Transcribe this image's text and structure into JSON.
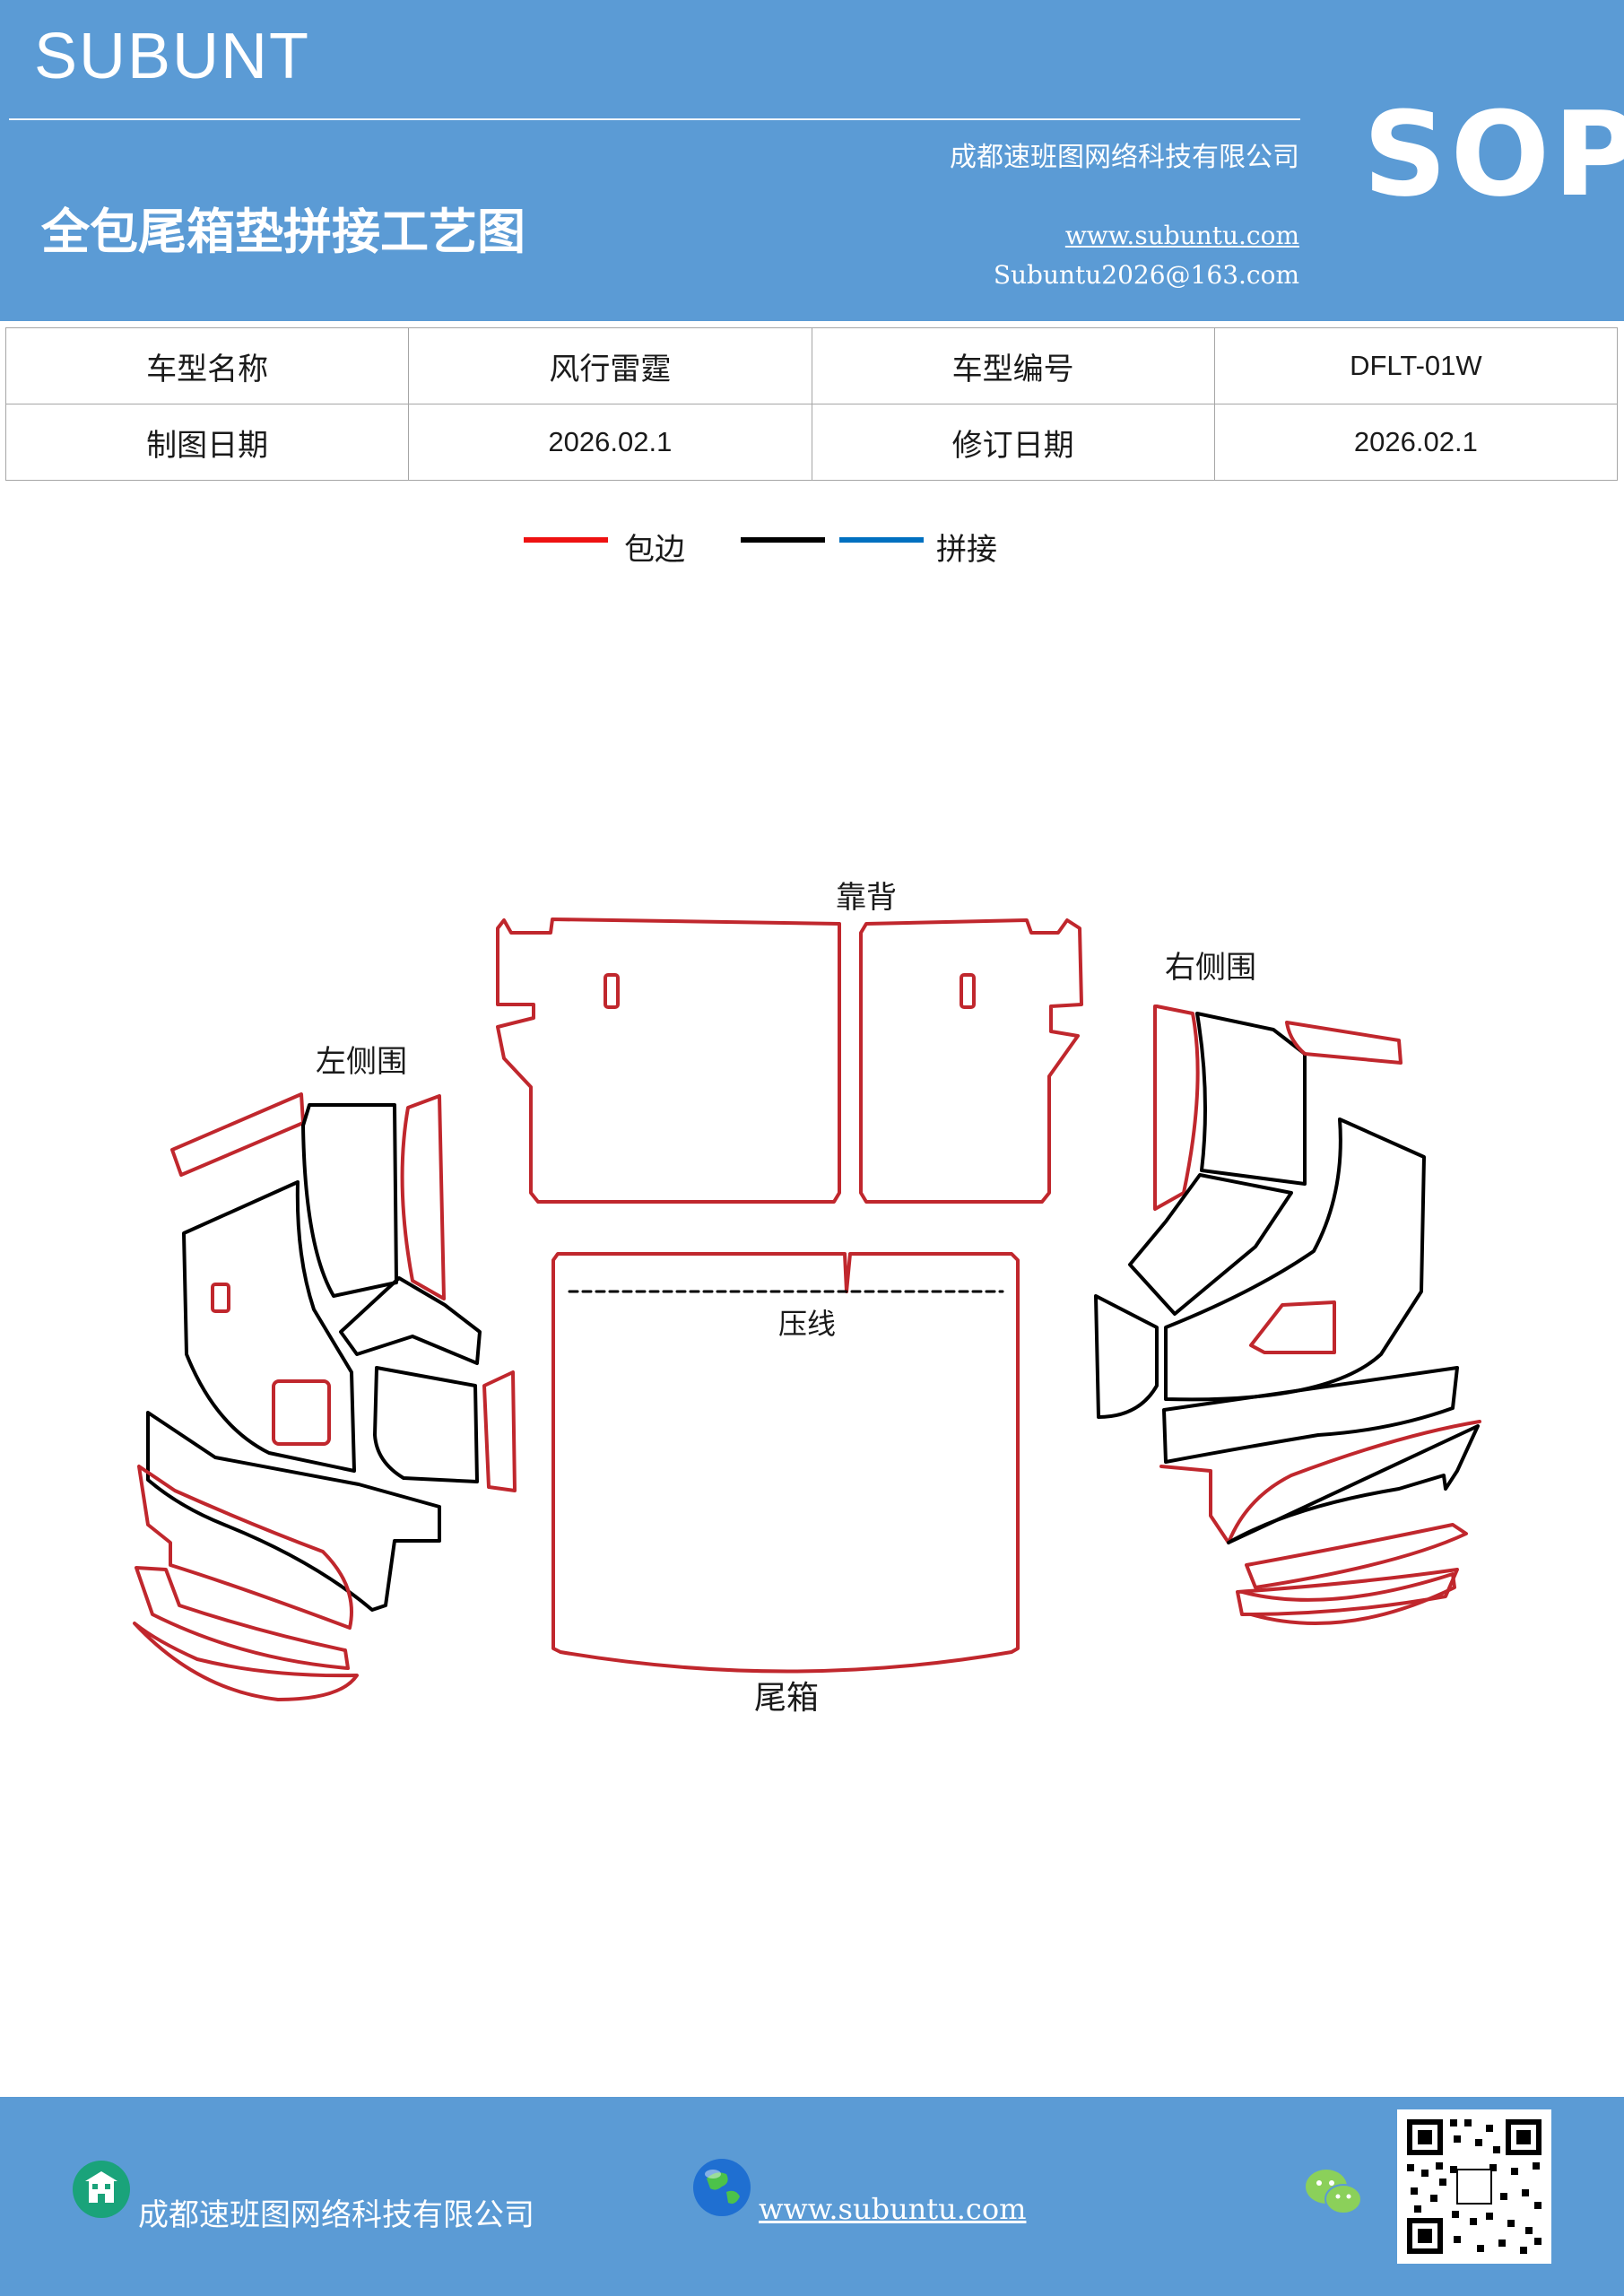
{
  "header": {
    "brand": "SUBUNT",
    "company": "成都速班图网络科技有限公司",
    "title": "全包尾箱垫拼接工艺图",
    "url": "www.subuntu.com",
    "email": "Subuntu2026@163.com",
    "badge": "SOP"
  },
  "info_table": {
    "row1": {
      "label1": "车型名称",
      "value1": "风行雷霆",
      "label2": "车型编号",
      "value2": "DFLT-01W"
    },
    "row2": {
      "label1": "制图日期",
      "value1": "2026.02.1",
      "label2": "修订日期",
      "value2": "2026.02.1"
    }
  },
  "legend": {
    "red_label": "包边",
    "blue_label": "拼接",
    "colors": {
      "red": "#ee1111",
      "black": "#000000",
      "blue": "#0070c0"
    }
  },
  "diagram": {
    "label_back": "靠背",
    "label_right": "右侧围",
    "label_left": "左侧围",
    "label_crease": "压线",
    "label_trunk": "尾箱"
  },
  "footer": {
    "company": "成都速班图网络科技有限公司",
    "url": "www.subuntu.com",
    "icons": [
      "building-icon",
      "globe-icon",
      "wechat-icon",
      "qr-code"
    ]
  }
}
